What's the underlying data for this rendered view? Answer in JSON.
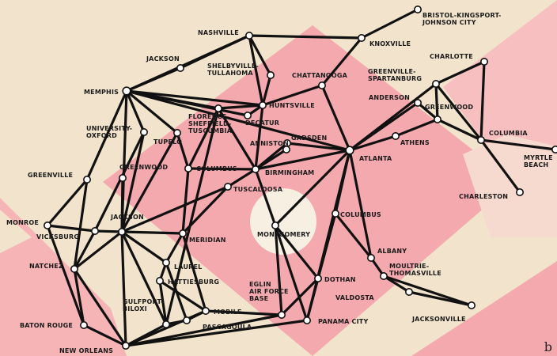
{
  "map": {
    "corner_mark": "b",
    "colors": {
      "background": "#f2e4cc",
      "pink": "#f4a9ae",
      "pink_light": "#f8c3c2",
      "route": "#111111",
      "node_fill": "#ffffff",
      "label": "#1b1b1b"
    }
  },
  "cities": [
    {
      "id": "bristol",
      "label": [
        "BRISTOL-KINGSPORT-",
        "JOHNSON CITY"
      ],
      "type": "terminal"
    },
    {
      "id": "nashville",
      "label": [
        "NASHVILLE"
      ],
      "type": "stop"
    },
    {
      "id": "knoxville",
      "label": [
        "KNOXVILLE"
      ],
      "type": "stop"
    },
    {
      "id": "jackson_tn",
      "label": [
        "JACKSON"
      ],
      "type": "stop"
    },
    {
      "id": "charlotte",
      "label": [
        "CHARLOTTE"
      ],
      "type": "stop"
    },
    {
      "id": "shelbyville",
      "label": [
        "SHELBYVILLE-",
        "TULLAHOMA"
      ],
      "type": "stop"
    },
    {
      "id": "chattanooga",
      "label": [
        "CHATTANOOGA"
      ],
      "type": "stop"
    },
    {
      "id": "greenville_sc",
      "label": [
        "GREENVILLE-",
        "SPARTANBURG"
      ],
      "type": "stop"
    },
    {
      "id": "memphis",
      "label": [
        "MEMPHIS"
      ],
      "type": "hub"
    },
    {
      "id": "huntsville",
      "label": [
        "HUNTSVILLE"
      ],
      "type": "stop"
    },
    {
      "id": "anderson",
      "label": [
        "ANDERSON"
      ],
      "type": "stop"
    },
    {
      "id": "greenwood_sc",
      "label": [
        "GREENWOOD"
      ],
      "type": "stop"
    },
    {
      "id": "florence",
      "label": [
        "FLORENCE-",
        "SHEFFIELD-",
        "TUSCUMBIA"
      ],
      "type": "stop"
    },
    {
      "id": "decatur",
      "label": [
        "DECATUR"
      ],
      "type": "stop"
    },
    {
      "id": "university",
      "label": [
        "UNIVERSITY-",
        "OXFORD"
      ],
      "type": "stop"
    },
    {
      "id": "tupelo",
      "label": [
        "TUPELO"
      ],
      "type": "stop"
    },
    {
      "id": "gadsden",
      "label": [
        "GADSDEN"
      ],
      "type": "stop"
    },
    {
      "id": "athens",
      "label": [
        "ATHENS"
      ],
      "type": "stop"
    },
    {
      "id": "columbia",
      "label": [
        "COLUMBIA"
      ],
      "type": "stop"
    },
    {
      "id": "anniston",
      "label": [
        "ANNISTON"
      ],
      "type": "stop"
    },
    {
      "id": "atlanta",
      "label": [
        "ATLANTA"
      ],
      "type": "hub"
    },
    {
      "id": "myrtle",
      "label": [
        "MYRTLE",
        "BEACH"
      ],
      "type": "terminal"
    },
    {
      "id": "greenville_ms",
      "label": [
        "GREENVILLE"
      ],
      "type": "stop"
    },
    {
      "id": "greenwood_ms",
      "label": [
        "GREENWOOD"
      ],
      "type": "stop"
    },
    {
      "id": "columbus_ms",
      "label": [
        "COLUMBUS"
      ],
      "type": "stop"
    },
    {
      "id": "birmingham",
      "label": [
        "BIRMINGHAM"
      ],
      "type": "stop"
    },
    {
      "id": "tuscaloosa",
      "label": [
        "TUSCALOOSA"
      ],
      "type": "stop"
    },
    {
      "id": "charleston",
      "label": [
        "CHARLESTON"
      ],
      "type": "terminal"
    },
    {
      "id": "jackson_ms",
      "label": [
        "JACKSON"
      ],
      "type": "stop"
    },
    {
      "id": "columbus_ga",
      "label": [
        "COLUMBUS"
      ],
      "type": "stop"
    },
    {
      "id": "monroe",
      "label": [
        "MONROE"
      ],
      "type": "stop"
    },
    {
      "id": "vicksburg",
      "label": [
        "VICKSBURG"
      ],
      "type": "stop"
    },
    {
      "id": "meridian",
      "label": [
        "MERIDIAN"
      ],
      "type": "stop"
    },
    {
      "id": "montgomery",
      "label": [
        "MONTGOMERY"
      ],
      "type": "stop"
    },
    {
      "id": "albany",
      "label": [
        "ALBANY"
      ],
      "type": "stop"
    },
    {
      "id": "natchez",
      "label": [
        "NATCHEZ"
      ],
      "type": "stop"
    },
    {
      "id": "laurel",
      "label": [
        "LAUREL"
      ],
      "type": "stop"
    },
    {
      "id": "moultrie",
      "label": [
        "MOULTRIE-",
        "THOMASVILLE"
      ],
      "type": "stop"
    },
    {
      "id": "dothan",
      "label": [
        "DOTHAN"
      ],
      "type": "stop"
    },
    {
      "id": "hattiesburg",
      "label": [
        "HATTIESBURG"
      ],
      "type": "stop"
    },
    {
      "id": "eglin",
      "label": [
        "EGLIN",
        "AIR FORCE",
        "BASE"
      ],
      "type": "stop"
    },
    {
      "id": "valdosta",
      "label": [
        "VALDOSTA"
      ],
      "type": "stop"
    },
    {
      "id": "mobile",
      "label": [
        "MOBILE"
      ],
      "type": "stop"
    },
    {
      "id": "jacksonville",
      "label": [
        "JACKSONVILLE"
      ],
      "type": "terminal"
    },
    {
      "id": "gulfport",
      "label": [
        "GULFPORT-",
        "BILOXI"
      ],
      "type": "stop"
    },
    {
      "id": "baton_rouge",
      "label": [
        "BATON ROUGE"
      ],
      "type": "stop"
    },
    {
      "id": "pascagoula",
      "label": [
        "PASCAGOULA"
      ],
      "type": "stop"
    },
    {
      "id": "panama_city",
      "label": [
        "PANAMA CITY"
      ],
      "type": "stop"
    },
    {
      "id": "new_orleans",
      "label": [
        "NEW ORLEANS"
      ],
      "type": "stop"
    }
  ],
  "routes": [
    [
      "memphis",
      "jackson_tn"
    ],
    [
      "jackson_tn",
      "nashville"
    ],
    [
      "memphis",
      "nashville"
    ],
    [
      "nashville",
      "knoxville"
    ],
    [
      "knoxville",
      "bristol"
    ],
    [
      "knoxville",
      "chattanooga"
    ],
    [
      "nashville",
      "shelbyville"
    ],
    [
      "shelbyville",
      "huntsville"
    ],
    [
      "nashville",
      "huntsville"
    ],
    [
      "memphis",
      "huntsville"
    ],
    [
      "memphis",
      "florence"
    ],
    [
      "memphis",
      "decatur"
    ],
    [
      "memphis",
      "tupelo"
    ],
    [
      "memphis",
      "university"
    ],
    [
      "memphis",
      "atlanta"
    ],
    [
      "memphis",
      "greenville_ms"
    ],
    [
      "memphis",
      "jackson_ms"
    ],
    [
      "chattanooga",
      "huntsville"
    ],
    [
      "huntsville",
      "florence"
    ],
    [
      "huntsville",
      "decatur"
    ],
    [
      "atlanta",
      "gadsden"
    ],
    [
      "atlanta",
      "chattanooga"
    ],
    [
      "atlanta",
      "greenville_sc"
    ],
    [
      "atlanta",
      "anderson"
    ],
    [
      "atlanta",
      "athens"
    ],
    [
      "atlanta",
      "birmingham"
    ],
    [
      "atlanta",
      "columbus_ga"
    ],
    [
      "atlanta",
      "montgomery"
    ],
    [
      "atlanta",
      "albany"
    ],
    [
      "atlanta",
      "dothan"
    ],
    [
      "atlanta",
      "panama_city"
    ],
    [
      "greenville_sc",
      "charlotte"
    ],
    [
      "greenville_sc",
      "columbia"
    ],
    [
      "greenville_sc",
      "greenwood_sc"
    ],
    [
      "anderson",
      "greenwood_sc"
    ],
    [
      "greenwood_sc",
      "columbia"
    ],
    [
      "columbia",
      "myrtle"
    ],
    [
      "columbia",
      "charleston"
    ],
    [
      "athens",
      "greenwood_sc"
    ],
    [
      "charlotte",
      "columbia"
    ],
    [
      "gadsden",
      "anniston"
    ],
    [
      "gadsden",
      "birmingham"
    ],
    [
      "anniston",
      "birmingham"
    ],
    [
      "birmingham",
      "tuscaloosa"
    ],
    [
      "birmingham",
      "montgomery"
    ],
    [
      "birmingham",
      "columbus_ms"
    ],
    [
      "birmingham",
      "florence"
    ],
    [
      "birmingham",
      "huntsville"
    ],
    [
      "tuscaloosa",
      "jackson_ms"
    ],
    [
      "tuscaloosa",
      "meridian"
    ],
    [
      "columbus_ms",
      "tupelo"
    ],
    [
      "columbus_ms",
      "meridian"
    ],
    [
      "tupelo",
      "jackson_ms"
    ],
    [
      "university",
      "vicksburg"
    ],
    [
      "university",
      "jackson_ms"
    ],
    [
      "greenville_ms",
      "monroe"
    ],
    [
      "greenville_ms",
      "natchez"
    ],
    [
      "monroe",
      "vicksburg"
    ],
    [
      "vicksburg",
      "jackson_ms"
    ],
    [
      "vicksburg",
      "natchez"
    ],
    [
      "natchez",
      "jackson_ms"
    ],
    [
      "natchez",
      "baton_rouge"
    ],
    [
      "natchez",
      "new_orleans"
    ],
    [
      "monroe",
      "baton_rouge"
    ],
    [
      "jackson_ms",
      "greenwood_ms"
    ],
    [
      "jackson_ms",
      "meridian"
    ],
    [
      "jackson_ms",
      "laurel"
    ],
    [
      "jackson_ms",
      "new_orleans"
    ],
    [
      "jackson_ms",
      "gulfport"
    ],
    [
      "meridian",
      "laurel"
    ],
    [
      "meridian",
      "mobile"
    ],
    [
      "laurel",
      "hattiesburg"
    ],
    [
      "laurel",
      "pascagoula"
    ],
    [
      "hattiesburg",
      "gulfport"
    ],
    [
      "hattiesburg",
      "mobile"
    ],
    [
      "gulfport",
      "new_orleans"
    ],
    [
      "gulfport",
      "pascagoula"
    ],
    [
      "pascagoula",
      "mobile"
    ],
    [
      "baton_rouge",
      "new_orleans"
    ],
    [
      "new_orleans",
      "mobile"
    ],
    [
      "new_orleans",
      "eglin"
    ],
    [
      "new_orleans",
      "panama_city"
    ],
    [
      "mobile",
      "eglin"
    ],
    [
      "montgomery",
      "dothan"
    ],
    [
      "montgomery",
      "panama_city"
    ],
    [
      "montgomery",
      "eglin"
    ],
    [
      "columbus_ga",
      "albany"
    ],
    [
      "columbus_ga",
      "dothan"
    ],
    [
      "albany",
      "moultrie"
    ],
    [
      "moultrie",
      "valdosta"
    ],
    [
      "valdosta",
      "jacksonville"
    ],
    [
      "moultrie",
      "jacksonville"
    ],
    [
      "dothan",
      "panama_city"
    ],
    [
      "dothan",
      "eglin"
    ],
    [
      "florence",
      "gulfport"
    ],
    [
      "florence",
      "columbus_ms"
    ]
  ]
}
